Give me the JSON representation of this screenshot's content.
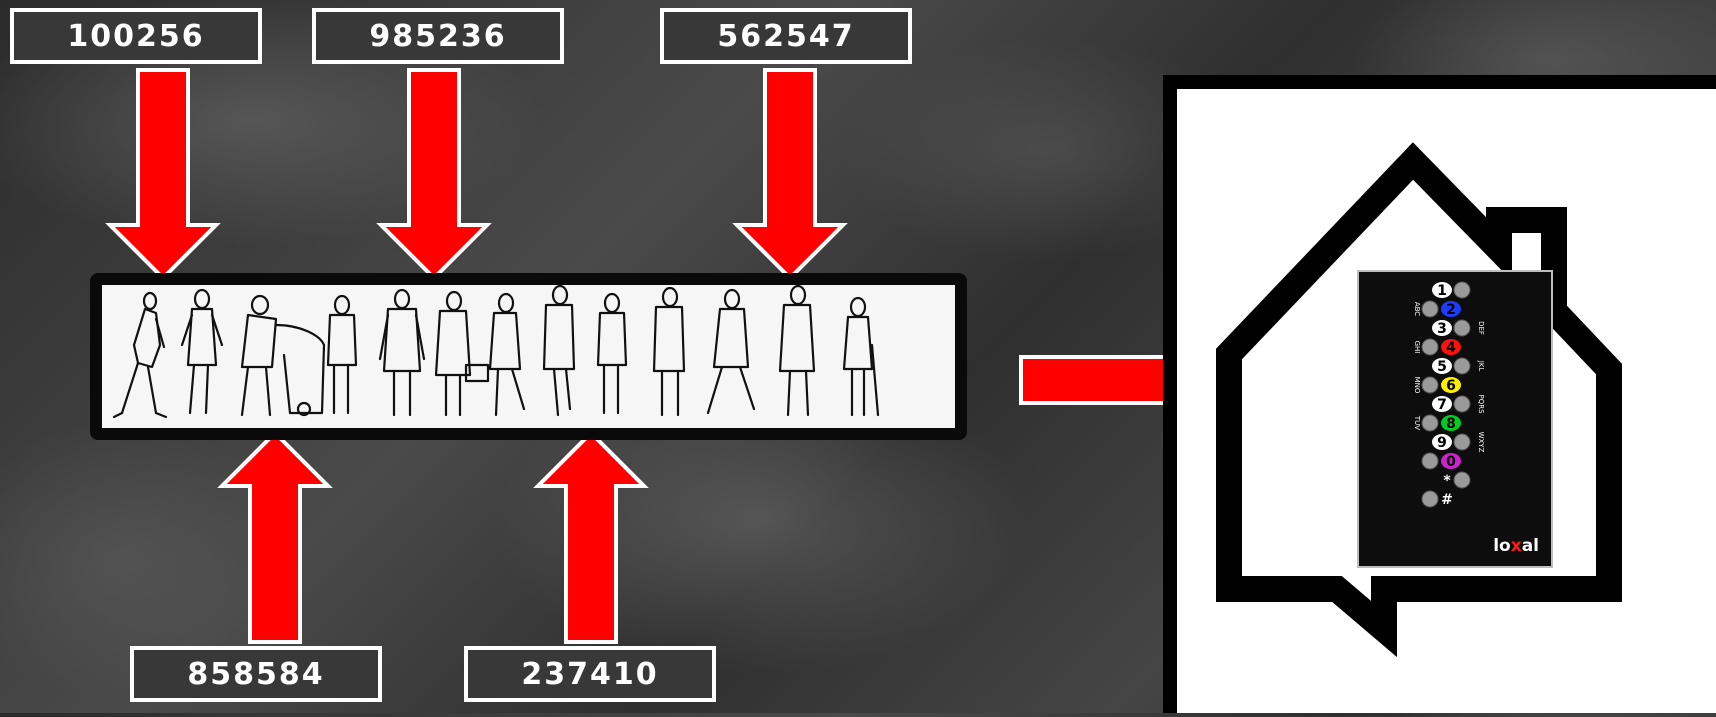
{
  "codes": [
    "100256",
    "985236",
    "562547",
    "858584",
    "237410"
  ],
  "keypad": {
    "keys": [
      "1",
      "2",
      "3",
      "4",
      "5",
      "6",
      "7",
      "8",
      "9",
      "0",
      "*",
      "#"
    ],
    "letters_left": [
      "ABC",
      "GHI",
      "MNO",
      "TUV"
    ],
    "letters_right": [
      "DEF",
      "JKL",
      "PQRS",
      "WXYZ"
    ],
    "key_colors": {
      "1": "#ffffff",
      "2": "#1e3cff",
      "3": "#ffffff",
      "4": "#ff1010",
      "5": "#ffffff",
      "6": "#ffee00",
      "7": "#ffffff",
      "8": "#00cc22",
      "9": "#ffffff",
      "0": "#cc22cc"
    },
    "logo_prefix": "lo",
    "logo_x": "x",
    "logo_suffix": "al"
  },
  "colors": {
    "arrow": "#ff0000",
    "arrow_border": "#ffffff",
    "box_border": "#ffffff"
  }
}
